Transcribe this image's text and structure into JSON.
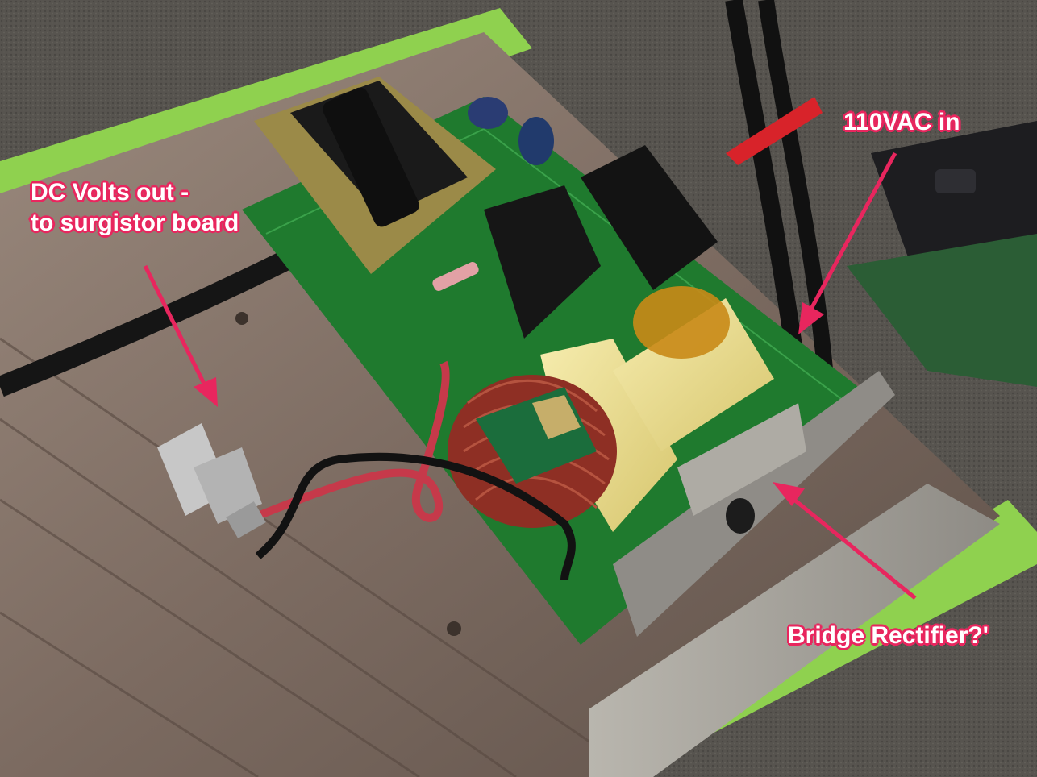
{
  "annotations": {
    "dc_out_line1": "DC Volts out -",
    "dc_out_line2": "to surgistor board",
    "ac_in": "110VAC in",
    "bridge_rectifier": "Bridge Rectifier?'"
  },
  "colors": {
    "annotation_text": "#ffffff",
    "annotation_outline": "#e8265e",
    "arrow": "#e8265e",
    "pcb": "#1f7a2e",
    "carpet": "#55524d",
    "painters_tape": "#8fd14f"
  }
}
